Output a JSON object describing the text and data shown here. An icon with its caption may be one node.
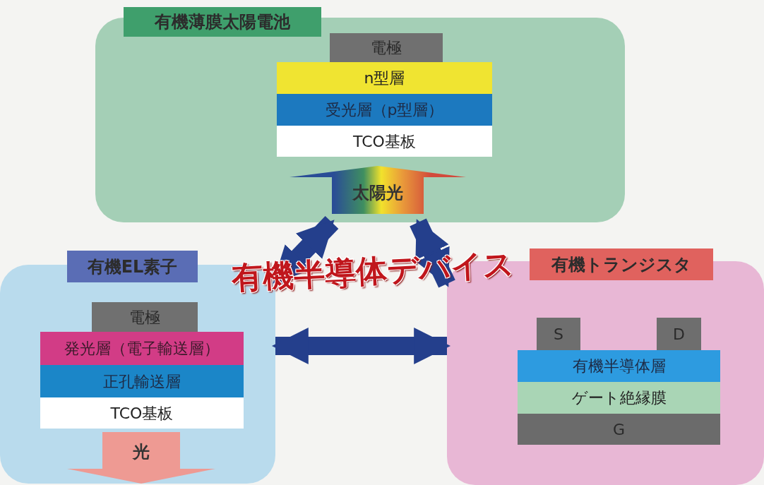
{
  "diagram": {
    "nodes": [
      {
        "text": [
          "有機薄膜太陽電池"
        ]
      },
      {
        "text": [
          "電極"
        ],
        "in": 0
      },
      {
        "text": [
          "n型層"
        ],
        "in": 0
      },
      {
        "text": [
          "受光層（p型層）"
        ],
        "in": 0
      },
      {
        "text": [
          "TCO基板"
        ],
        "in": 0
      },
      {
        "text": [
          "太陽光"
        ],
        "in": 0
      },
      {
        "text": [
          "有機EL素子"
        ]
      },
      {
        "text": [
          "電極"
        ],
        "in": 6
      },
      {
        "text": [
          "発光層（電子輸送層）"
        ],
        "in": 6
      },
      {
        "text": [
          "正孔輸送層"
        ],
        "in": 6
      },
      {
        "text": [
          "TCO基板"
        ],
        "in": 6
      },
      {
        "text": [
          "光"
        ],
        "in": 6
      },
      {
        "text": [
          "有機トランジスタ"
        ]
      },
      {
        "text": [
          "S"
        ],
        "in": 12
      },
      {
        "text": [
          "D"
        ],
        "in": 12
      },
      {
        "text": [
          "有機半導体層"
        ],
        "in": 12
      },
      {
        "text": [
          "ゲート絶縁膜"
        ],
        "in": 12
      },
      {
        "text": [
          "G"
        ],
        "in": 12
      }
    ],
    "edges": [
      {
        "from": 6,
        "to": 0,
        "arrow": "both"
      },
      {
        "from": 12,
        "to": 0,
        "arrow": "both"
      },
      {
        "from": 6,
        "to": 12,
        "arrow": "both"
      }
    ],
    "labels": [
      "有機半導体デバイス"
    ]
  }
}
